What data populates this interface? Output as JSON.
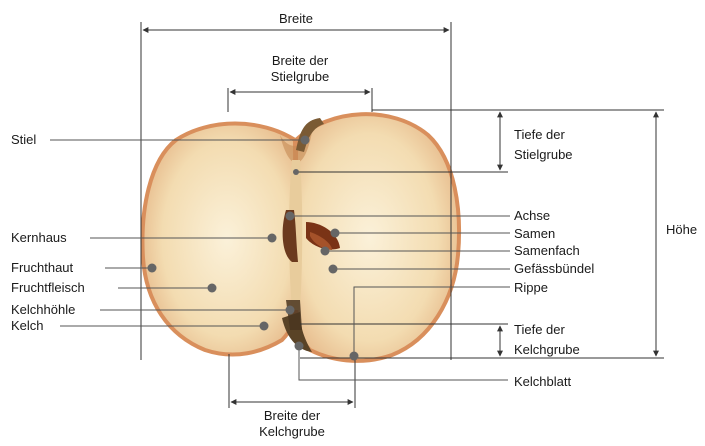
{
  "labels": {
    "breite": "Breite",
    "breite_stielgrube_1": "Breite der",
    "breite_stielgrube_2": "Stielgrube",
    "tiefe_stielgrube_1": "Tiefe der",
    "tiefe_stielgrube_2": "Stielgrube",
    "hoehe": "Höhe",
    "stiel": "Stiel",
    "kernhaus": "Kernhaus",
    "fruchthaut": "Fruchthaut",
    "fruchtfleisch": "Fruchtfleisch",
    "kelchhoehle": "Kelchhöhle",
    "kelch": "Kelch",
    "achse": "Achse",
    "samen": "Samen",
    "samenfach": "Samenfach",
    "gefaessbuendel": "Gefässbündel",
    "rippe": "Rippe",
    "tiefe_kelchgrube_1": "Tiefe der",
    "tiefe_kelchgrube_2": "Kelchgrube",
    "kelchblatt": "Kelchblatt",
    "breite_kelchgrube_1": "Breite der",
    "breite_kelchgrube_2": "Kelchgrube"
  },
  "colors": {
    "line": "#333333",
    "dot": "#666666",
    "skin": "#d98f5c",
    "flesh": "#f6e6c6",
    "core": "#6b4a2e",
    "seed": "#7a3316"
  }
}
